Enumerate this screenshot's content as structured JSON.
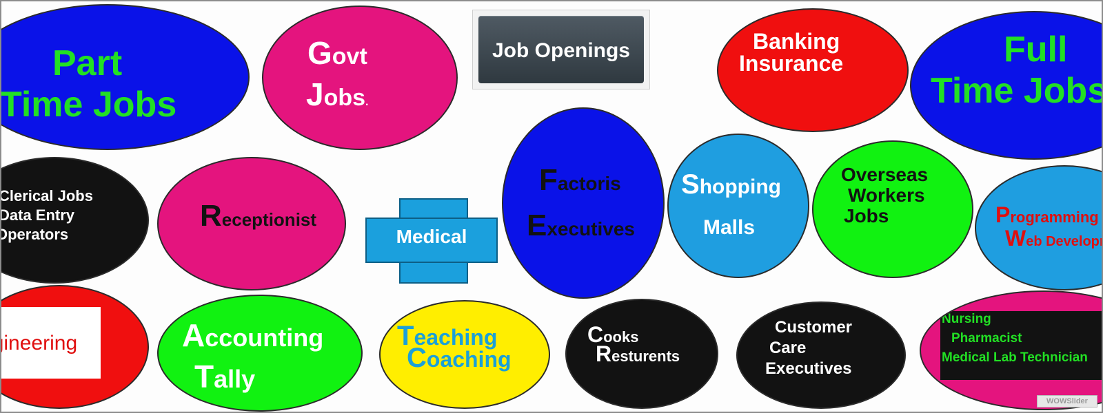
{
  "header": {
    "title": "Job Openings"
  },
  "items": {
    "part_time": [
      "Part",
      "Time Jobs"
    ],
    "govt": {
      "l1_cap": "G",
      "l1_rest": "ovt",
      "l2_cap": "J",
      "l2_rest": "obs",
      "l2_dot": "."
    },
    "banking": [
      "Banking",
      "Insurance"
    ],
    "full_time": [
      "Full",
      "Time Jobs"
    ],
    "clerical": [
      "Clerical Jobs",
      "Data Entry",
      "Operators"
    ],
    "receptionist": {
      "cap": "R",
      "rest": "eceptionist"
    },
    "medical": "Medical",
    "factories": {
      "l1_cap": "F",
      "l1_rest": "actoris",
      "l2_cap": "E",
      "l2_rest": "xecutives"
    },
    "shopping": {
      "l1_cap": "S",
      "l1_rest": "hopping",
      "l2": "Malls"
    },
    "overseas": [
      "Overseas",
      "Workers",
      "Jobs"
    ],
    "programming": {
      "l1_cap": "P",
      "l1_rest": "rogramming",
      "l2_cap": "W",
      "l2_rest": "eb Development"
    },
    "engineering": "Engineering",
    "accounting": {
      "l1_cap": "A",
      "l1_rest": "ccounting",
      "l2_cap": "T",
      "l2_rest": "ally"
    },
    "teaching": {
      "l1_cap": "T",
      "l1_rest": "eaching",
      "l2_cap": "C",
      "l2_rest": "oaching"
    },
    "cooks": {
      "l1_cap": "C",
      "l1_rest": "ooks",
      "l2_cap": "R",
      "l2_rest": "esturents"
    },
    "customer": [
      "Customer",
      "Care",
      "Executives"
    ],
    "nursing": [
      "Nursing",
      "Pharmacist",
      "Medical Lab Technician"
    ]
  },
  "branding": {
    "watermark": "WOWSlider"
  },
  "colors": {
    "blue_oval": "#0a12e8",
    "green_text": "#22e024",
    "magenta_oval": "#e4147e",
    "red_oval": "#f00f0f",
    "black_oval": "#121212",
    "sky_oval": "#1f9ee0",
    "green_oval": "#11f211",
    "yellow_oval": "#ffee00",
    "teal_text": "#1ba0d8"
  }
}
